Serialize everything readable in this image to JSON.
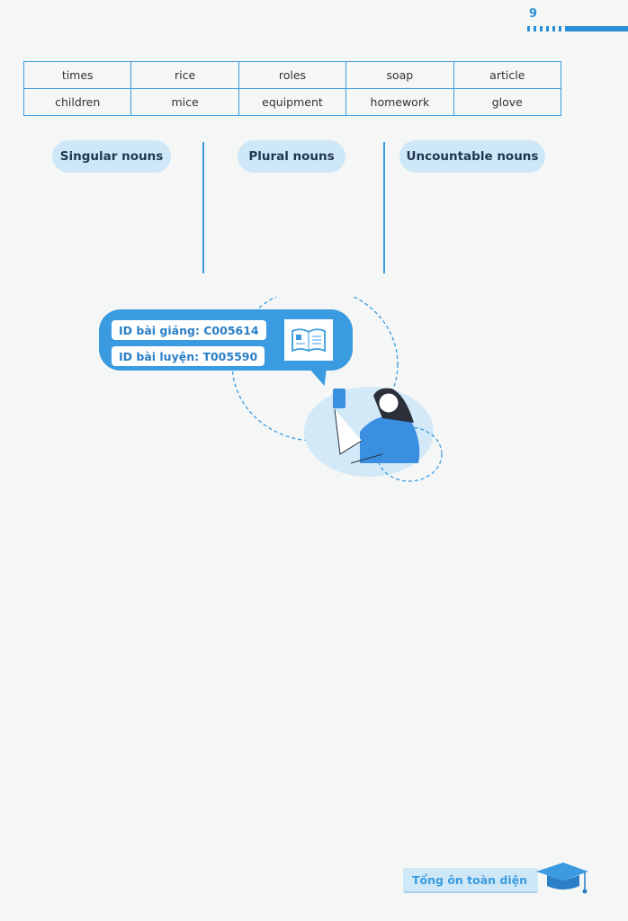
{
  "page_number": "9",
  "word_table": [
    [
      "times",
      "rice",
      "roles",
      "soap",
      "article"
    ],
    [
      "children",
      "mice",
      "equipment",
      "homework",
      "glove"
    ]
  ],
  "categories": [
    "Singular nouns",
    "Plural nouns",
    "Uncountable nouns"
  ],
  "ids": {
    "lecture": "ID bài giảng: C005614",
    "practice": "ID bài luyện: T005590"
  },
  "footer": "Tổng ôn toàn diện",
  "colors": {
    "accent": "#3a9be0",
    "pill": "#cfe8f7"
  }
}
